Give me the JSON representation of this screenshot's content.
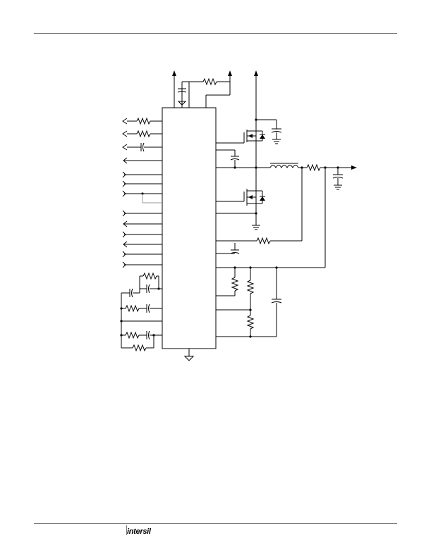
{
  "footer": {
    "brand_logo": "intersil"
  },
  "diagram": {
    "kind": "circuit-schematic",
    "components": [
      "controller-ic",
      "high-side-mosfet",
      "low-side-mosfet",
      "output-inductor",
      "sense-resistor",
      "output-capacitor",
      "bootstrap-capacitor",
      "input-capacitor",
      "feedback-divider",
      "compensation-network"
    ]
  }
}
